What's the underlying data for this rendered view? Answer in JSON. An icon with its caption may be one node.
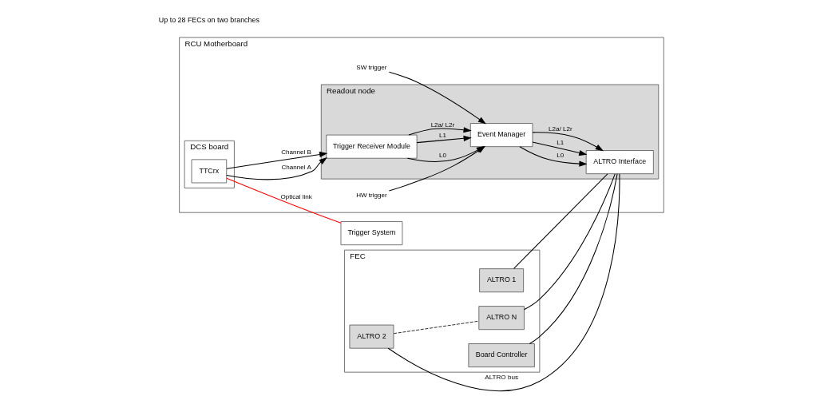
{
  "diagram": {
    "nodes": [
      {
        "text": [
          "FEC"
        ]
      },
      {
        "text": [
          "ALTRO 1"
        ],
        "in": 0
      },
      {
        "text": [
          "ALTRO 2"
        ],
        "in": 0
      },
      {
        "text": [
          "ALTRO N"
        ],
        "in": 0
      },
      {
        "text": [
          "Board Controller"
        ],
        "in": 0
      },
      {
        "text": [
          "RCU Motherboard"
        ]
      },
      {
        "text": [
          "Readout node"
        ],
        "in": 5
      },
      {
        "text": [
          "ALTRO Interface"
        ],
        "in": 6
      },
      {
        "text": [
          "Event Manager"
        ],
        "in": 6
      },
      {
        "text": [
          "Trigger Receiver Module"
        ],
        "in": 6
      },
      {
        "text": [
          "DCS board"
        ],
        "in": 5
      },
      {
        "text": [
          "TTCrx"
        ],
        "in": 10
      },
      {
        "text": [
          "Trigger System"
        ]
      }
    ],
    "edges": [
      {
        "from": 1,
        "to": 7,
        "arrow": "none"
      },
      {
        "from": 2,
        "to": 7,
        "arrow": "none",
        "label": "ALTRO bus"
      },
      {
        "from": 3,
        "to": 7,
        "arrow": "none"
      },
      {
        "from": 4,
        "to": 7,
        "arrow": "none"
      },
      {
        "from": 2,
        "to": 3,
        "arrow": "none",
        "style": "dashed"
      },
      {
        "from": 8,
        "to": 7,
        "arrow": "to",
        "label": "L0"
      },
      {
        "from": 8,
        "to": 7,
        "arrow": "to",
        "label": "L1"
      },
      {
        "from": 8,
        "to": 7,
        "arrow": "to",
        "label": "L2a/ L2r"
      },
      {
        "from": null,
        "to": 8,
        "arrow": "to",
        "label": "SW trigger"
      },
      {
        "from": null,
        "to": 8,
        "arrow": "to",
        "label": "HW trigger"
      },
      {
        "from": 9,
        "to": 8,
        "arrow": "to",
        "label": "L0"
      },
      {
        "from": 9,
        "to": 8,
        "arrow": "to",
        "label": "L1"
      },
      {
        "from": 9,
        "to": 8,
        "arrow": "to",
        "label": "L2a/ L2r"
      },
      {
        "from": 11,
        "to": 9,
        "arrow": "to",
        "label": "Channel A"
      },
      {
        "from": 11,
        "to": 9,
        "arrow": "to",
        "label": "Channel B"
      },
      {
        "from": 11,
        "to": 12,
        "arrow": "none",
        "label": "Optical link",
        "color": "#ff0000"
      }
    ],
    "labels": [
      "Up to 28 FECs on two branches"
    ]
  }
}
